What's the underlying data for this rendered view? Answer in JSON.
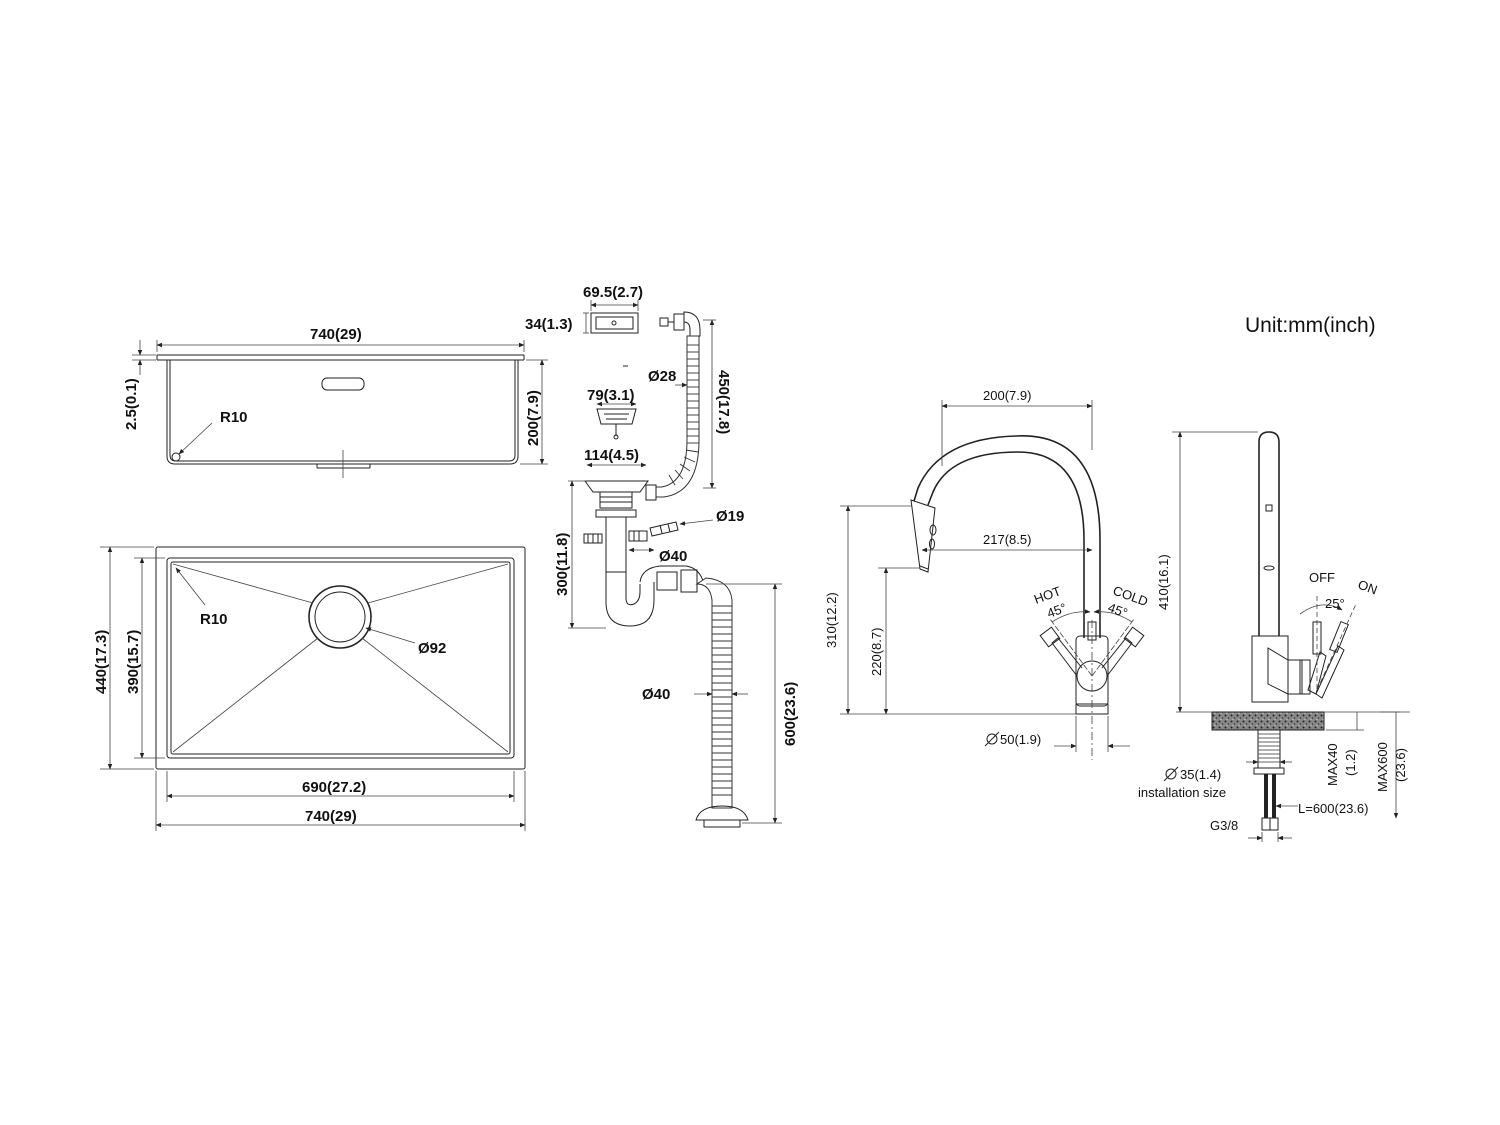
{
  "unit_label": "Unit:mm(inch)",
  "sink_side": {
    "width": "740(29)",
    "rim": "2.5(0.1)",
    "depth": "200(7.9)",
    "radius": "R10"
  },
  "sink_top": {
    "outer_depth": "440(17.3)",
    "inner_depth": "390(15.7)",
    "radius": "R10",
    "drain": "Ø92",
    "inner_width": "690(27.2)",
    "outer_width": "740(29)"
  },
  "drain_kit": {
    "overflow_width": "69.5(2.7)",
    "overflow_height": "34(1.3)",
    "hose_dia": "Ø28",
    "hose_length": "450(17.8)",
    "basket": "79(3.1)",
    "flange": "114(4.5)",
    "outlet": "Ø19",
    "trap_height": "300(11.8)",
    "pipe": "Ø40",
    "pipe_lower": "Ø40",
    "pipe_length": "600(23.6)"
  },
  "faucet_front": {
    "reach": "200(7.9)",
    "spout": "217(8.5)",
    "height": "310(12.2)",
    "spout_height": "220(8.7)",
    "base": "50(1.9)",
    "hot": "HOT",
    "cold": "COLD",
    "hot_angle": "45°",
    "cold_angle": "45°"
  },
  "faucet_side": {
    "height": "410(16.1)",
    "off": "OFF",
    "on": "ON",
    "angle": "25°",
    "hole": "35(1.4)",
    "install": "installation size",
    "deck": "MAX40",
    "deck_inch": "(1.2)",
    "hose_max": "MAX600",
    "hose_max_inch": "(23.6)",
    "hose_len": "L=600(23.6)",
    "thread": "G3/8"
  },
  "icons": {
    "diameter": "diameter-icon"
  }
}
